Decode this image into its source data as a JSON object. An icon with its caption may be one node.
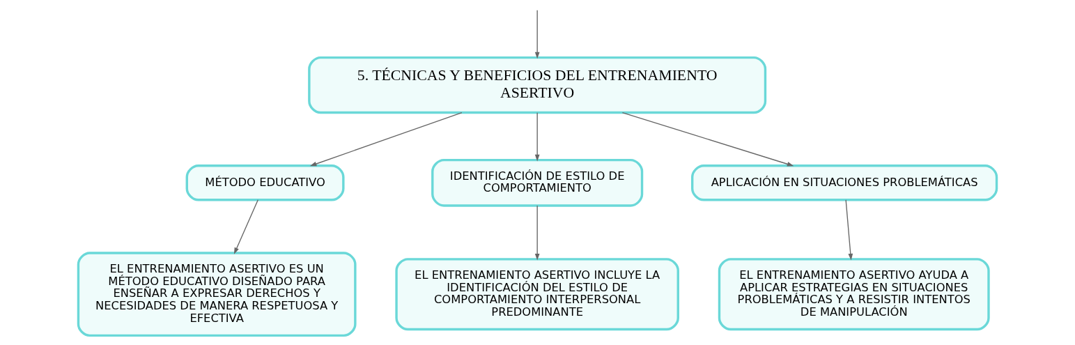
{
  "diagram": {
    "nodes": [
      {
        "text": [
          "5. TÉCNICAS Y BENEFICIOS DEL ENTRENAMIENTO ASERTIVO"
        ]
      },
      {
        "text": [
          "MÉTODO EDUCATIVO"
        ]
      },
      {
        "text": [
          "IDENTIFICACIÓN DE ESTILO DE COMPORTAMIENTO"
        ]
      },
      {
        "text": [
          "APLICACIÓN EN SITUACIONES PROBLEMÁTICAS"
        ]
      },
      {
        "text": [
          "EL ENTRENAMIENTO ASERTIVO ES UN MÉTODO EDUCATIVO DISEÑADO PARA ENSEÑAR A EXPRESAR DERECHOS Y NECESIDADES DE MANERA RESPETUOSA Y EFECTIVA"
        ]
      },
      {
        "text": [
          "EL ENTRENAMIENTO ASERTIVO INCLUYE LA IDENTIFICACIÓN DEL ESTILO DE COMPORTAMIENTO INTERPERSONAL PREDOMINANTE"
        ]
      },
      {
        "text": [
          "EL ENTRENAMIENTO ASERTIVO AYUDA A APLICAR ESTRATEGIAS EN SITUACIONES PROBLEMÁTICAS Y A RESISTIR INTENTOS DE MANIPULACIÓN"
        ]
      }
    ],
    "edges": [
      {
        "from": null,
        "to": 0,
        "arrow": "to"
      },
      {
        "from": 0,
        "to": 1,
        "arrow": "to"
      },
      {
        "from": 0,
        "to": 2,
        "arrow": "to"
      },
      {
        "from": 0,
        "to": 3,
        "arrow": "to"
      },
      {
        "from": 1,
        "to": 4,
        "arrow": "to"
      },
      {
        "from": 2,
        "to": 5,
        "arrow": "to"
      },
      {
        "from": 3,
        "to": 6,
        "arrow": "to"
      }
    ]
  }
}
